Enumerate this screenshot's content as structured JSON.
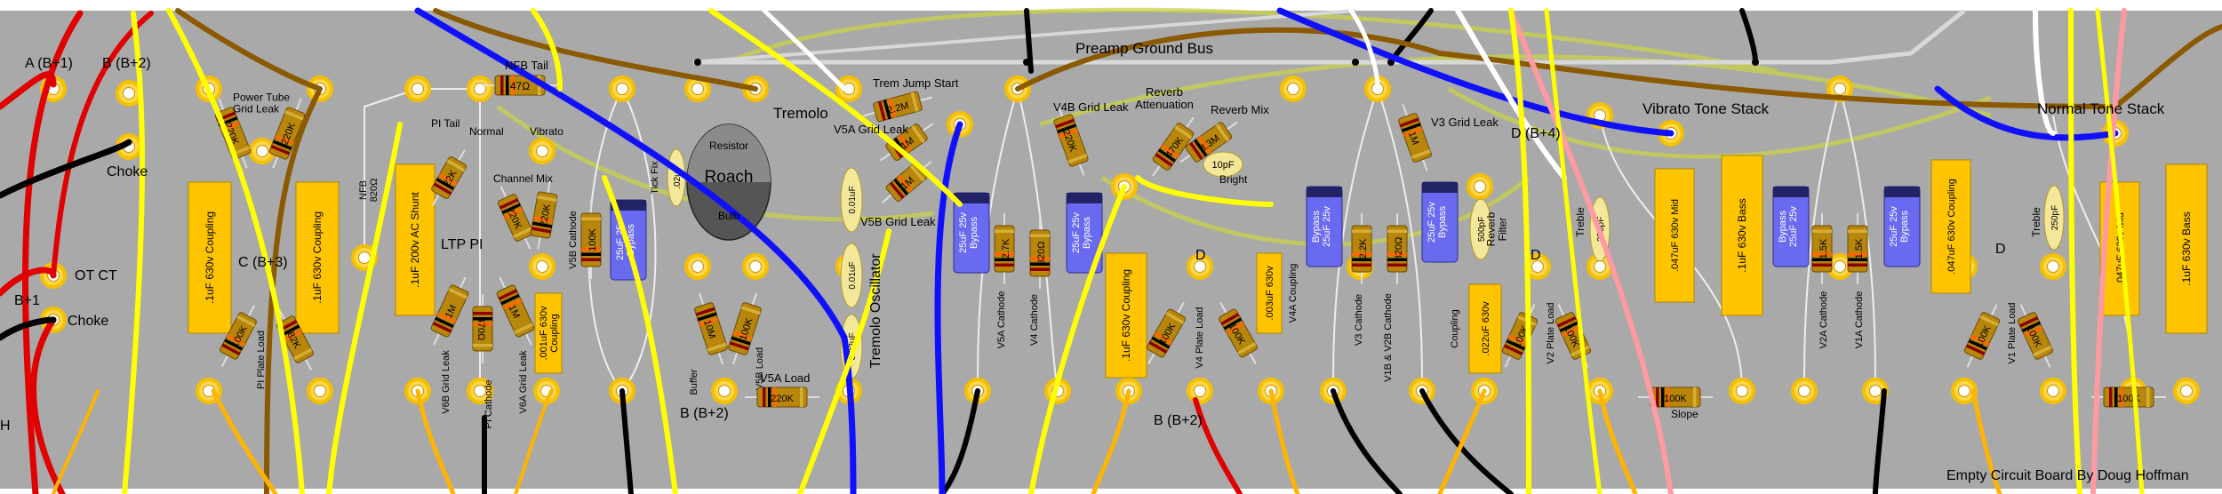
{
  "board": {
    "credit": "Empty Circuit Board By Doug Hoffman",
    "bus_label": "Preamp Ground Bus",
    "colors": {
      "board": "#a9a9a9",
      "eyelet": "#f5c000",
      "resistor": "#b8860b",
      "cap_yellow": "#ffc400",
      "cap_blue": "#6a6af0",
      "wire_red": "#e00000",
      "wire_yellow": "#ffff00",
      "wire_blue": "#1010ff",
      "wire_black": "#000000",
      "wire_brown": "#8b5a00",
      "wire_white": "#ffffff",
      "wire_pink": "#ff9aa2",
      "wire_orange": "#ffb400"
    }
  },
  "labels": [
    {
      "id": "ab1",
      "text": "A (B+1)"
    },
    {
      "id": "bb2a",
      "text": "B (B+2)"
    },
    {
      "id": "choke1",
      "text": "Choke"
    },
    {
      "id": "otct",
      "text": "OT CT"
    },
    {
      "id": "bplus1",
      "text": "B+1"
    },
    {
      "id": "choke2",
      "text": "Choke"
    },
    {
      "id": "ptgl",
      "text": "Power Tube\nGrid Leak"
    },
    {
      "id": "cb3",
      "text": "C (B+3)"
    },
    {
      "id": "nfbtail",
      "text": "NFB Tail"
    },
    {
      "id": "pitail",
      "text": "PI Tail"
    },
    {
      "id": "normal",
      "text": "Normal"
    },
    {
      "id": "vibrato",
      "text": "Vibrato"
    },
    {
      "id": "chmix",
      "text": "Channel Mix"
    },
    {
      "id": "ltppi",
      "text": "LTP PI"
    },
    {
      "id": "tremolo",
      "text": "Tremolo"
    },
    {
      "id": "roach",
      "text": "Roach"
    },
    {
      "id": "resistor",
      "text": "Resistor"
    },
    {
      "id": "bulb",
      "text": "Bulb"
    },
    {
      "id": "tremjump",
      "text": "Trem Jump Start"
    },
    {
      "id": "v5agl",
      "text": "V5A Grid Leak"
    },
    {
      "id": "v5bgl",
      "text": "V5B Grid Leak"
    },
    {
      "id": "tremosc",
      "text": "Tremolo Oscillator"
    },
    {
      "id": "bb2b",
      "text": "B (B+2)"
    },
    {
      "id": "v5aload",
      "text": "V5A Load"
    },
    {
      "id": "v4bgl",
      "text": "V4B Grid Leak"
    },
    {
      "id": "revatt",
      "text": "Reverb\nAttenuation"
    },
    {
      "id": "revmix",
      "text": "Reverb Mix"
    },
    {
      "id": "bright",
      "text": "Bright"
    },
    {
      "id": "d1",
      "text": "D"
    },
    {
      "id": "bb2c",
      "text": "B (B+2)"
    },
    {
      "id": "v3gl",
      "text": "V3 Grid Leak"
    },
    {
      "id": "db4",
      "text": "D (B+4)"
    },
    {
      "id": "revfilter",
      "text": "Reverb\nFilter"
    },
    {
      "id": "d2",
      "text": "D"
    },
    {
      "id": "treble1",
      "text": "Treble"
    },
    {
      "id": "vibts",
      "text": "Vibrato Tone Stack"
    },
    {
      "id": "slope",
      "text": "Slope"
    },
    {
      "id": "d3",
      "text": "D"
    },
    {
      "id": "normts",
      "text": "Normal Tone Stack"
    },
    {
      "id": "treble2",
      "text": "Treble"
    },
    {
      "id": "hmark",
      "text": "H"
    }
  ],
  "components": [
    {
      "id": "r_ptgl1",
      "value": "220K"
    },
    {
      "id": "r_ptgl2",
      "value": "220K"
    },
    {
      "id": "c_coup1",
      "value": ".1uF  630v Coupling"
    },
    {
      "id": "c_coup2",
      "value": ".1uF  630v Coupling"
    },
    {
      "id": "r_100k_a",
      "value": "100K"
    },
    {
      "id": "r_82k",
      "value": "82K"
    },
    {
      "id": "pi_plate",
      "value": "PI Plate Load"
    },
    {
      "id": "r_nfb47",
      "value": "47Ω"
    },
    {
      "id": "r_nfb820",
      "value": "NFB\n820Ω"
    },
    {
      "id": "c_acshunt",
      "value": ".1uF  200v AC Shunt"
    },
    {
      "id": "r_22k",
      "value": "22K"
    },
    {
      "id": "r_220k_mix1",
      "value": "220K"
    },
    {
      "id": "r_220k_mix2",
      "value": "220K"
    },
    {
      "id": "r_v6bgl",
      "value": "1M"
    },
    {
      "id": "v6bgl",
      "value": "V6B Grid Leak"
    },
    {
      "id": "r_470",
      "value": "470Ω"
    },
    {
      "id": "pi_cath",
      "value": "PI Cathode"
    },
    {
      "id": "r_v6agl",
      "value": "1M"
    },
    {
      "id": "v6agl",
      "value": "V6A Grid Leak"
    },
    {
      "id": "c_001",
      "value": ".001uF  630v\nCoupling"
    },
    {
      "id": "v5bcath",
      "value": "V5B Cathode"
    },
    {
      "id": "r_100k_b",
      "value": "100K"
    },
    {
      "id": "c_bypass1",
      "value": "25uF  25v\nBypass"
    },
    {
      "id": "c_tickfix",
      "value": ".02uF"
    },
    {
      "id": "tickfix",
      "value": "Tick Fix"
    },
    {
      "id": "r_buffer",
      "value": "10M"
    },
    {
      "id": "buffer",
      "value": "Buffer"
    },
    {
      "id": "r_v5bload",
      "value": "100K"
    },
    {
      "id": "v5bload",
      "value": "V5B Load"
    },
    {
      "id": "r_v5aload",
      "value": "220K"
    },
    {
      "id": "r_22m",
      "value": "2.2M"
    },
    {
      "id": "r_1m_a",
      "value": "1M"
    },
    {
      "id": "r_1m_b",
      "value": "1M"
    },
    {
      "id": "c_osc1",
      "value": "0.01uF"
    },
    {
      "id": "c_osc2",
      "value": "0.01uF"
    },
    {
      "id": "c_osc3",
      "value": "0.02uF"
    },
    {
      "id": "c_bypass2",
      "value": "25uF  25v\nBypass"
    },
    {
      "id": "r_27k",
      "value": "2.7K"
    },
    {
      "id": "v5acath",
      "value": "V5A Cathode"
    },
    {
      "id": "r_820",
      "value": "820Ω"
    },
    {
      "id": "v4cath",
      "value": "V4 Cathode"
    },
    {
      "id": "c_bypass3",
      "value": "25uF  25v\nBypass"
    },
    {
      "id": "r_220k_v4bgl",
      "value": "220K"
    },
    {
      "id": "c_coup3",
      "value": ".1uF  630v Coupling"
    },
    {
      "id": "r_100k_c",
      "value": "100K"
    },
    {
      "id": "v4pl",
      "value": "V4 Plate Load"
    },
    {
      "id": "r_100k_d",
      "value": "100K"
    },
    {
      "id": "r_470k",
      "value": "470K"
    },
    {
      "id": "r_33m",
      "value": "3.3M"
    },
    {
      "id": "c_10pf",
      "value": "10pF"
    },
    {
      "id": "c_003",
      "value": ".003uF  630v"
    },
    {
      "id": "v4acoup",
      "value": "V4A Coupling"
    },
    {
      "id": "c_bypass4",
      "value": "Bypass\n25uF  25v"
    },
    {
      "id": "r_22k_b",
      "value": "2.2K"
    },
    {
      "id": "v3cath",
      "value": "V3 Cathode"
    },
    {
      "id": "r_820_b",
      "value": "820Ω"
    },
    {
      "id": "v1bv2b",
      "value": "V1B & V2B Cathode"
    },
    {
      "id": "c_bypass5",
      "value": "25uF  25v\nBypass"
    },
    {
      "id": "r_1m_v3",
      "value": "1M"
    },
    {
      "id": "c_500pf",
      "value": "500pF"
    },
    {
      "id": "c_022",
      "value": ".022uF  630v"
    },
    {
      "id": "coupling2",
      "value": "Coupling"
    },
    {
      "id": "r_100k_e",
      "value": "100K"
    },
    {
      "id": "v2pl",
      "value": "V2 Plate Load"
    },
    {
      "id": "r_100k_f",
      "value": "100K"
    },
    {
      "id": "c_250pf1",
      "value": "250pF"
    },
    {
      "id": "c_mid1",
      "value": ".047uF  630v Mid"
    },
    {
      "id": "r_slope",
      "value": "100K"
    },
    {
      "id": "c_bass1",
      "value": ".1uF  630v Bass"
    },
    {
      "id": "c_bypass6",
      "value": "Bypass\n25uF  25v"
    },
    {
      "id": "r_15k_a",
      "value": "1.5K"
    },
    {
      "id": "v2acath",
      "value": "V2A Cathode"
    },
    {
      "id": "r_15k_b",
      "value": "1.5K"
    },
    {
      "id": "v1acath",
      "value": "V1A Cathode"
    },
    {
      "id": "c_bypass7",
      "value": "25uF  25v\nBypass"
    },
    {
      "id": "c_coup4",
      "value": ".047uF  630v Coupling"
    },
    {
      "id": "r_100k_g",
      "value": "100K"
    },
    {
      "id": "v1pl",
      "value": "V1 Plate Load"
    },
    {
      "id": "r_100k_h",
      "value": "100K"
    },
    {
      "id": "c_250pf2",
      "value": "250pF"
    },
    {
      "id": "c_mid2",
      "value": ".047uF  630v Mid"
    },
    {
      "id": "r_100k_i",
      "value": "100K"
    },
    {
      "id": "c_bass2",
      "value": ".1uF  630v Bass"
    }
  ]
}
